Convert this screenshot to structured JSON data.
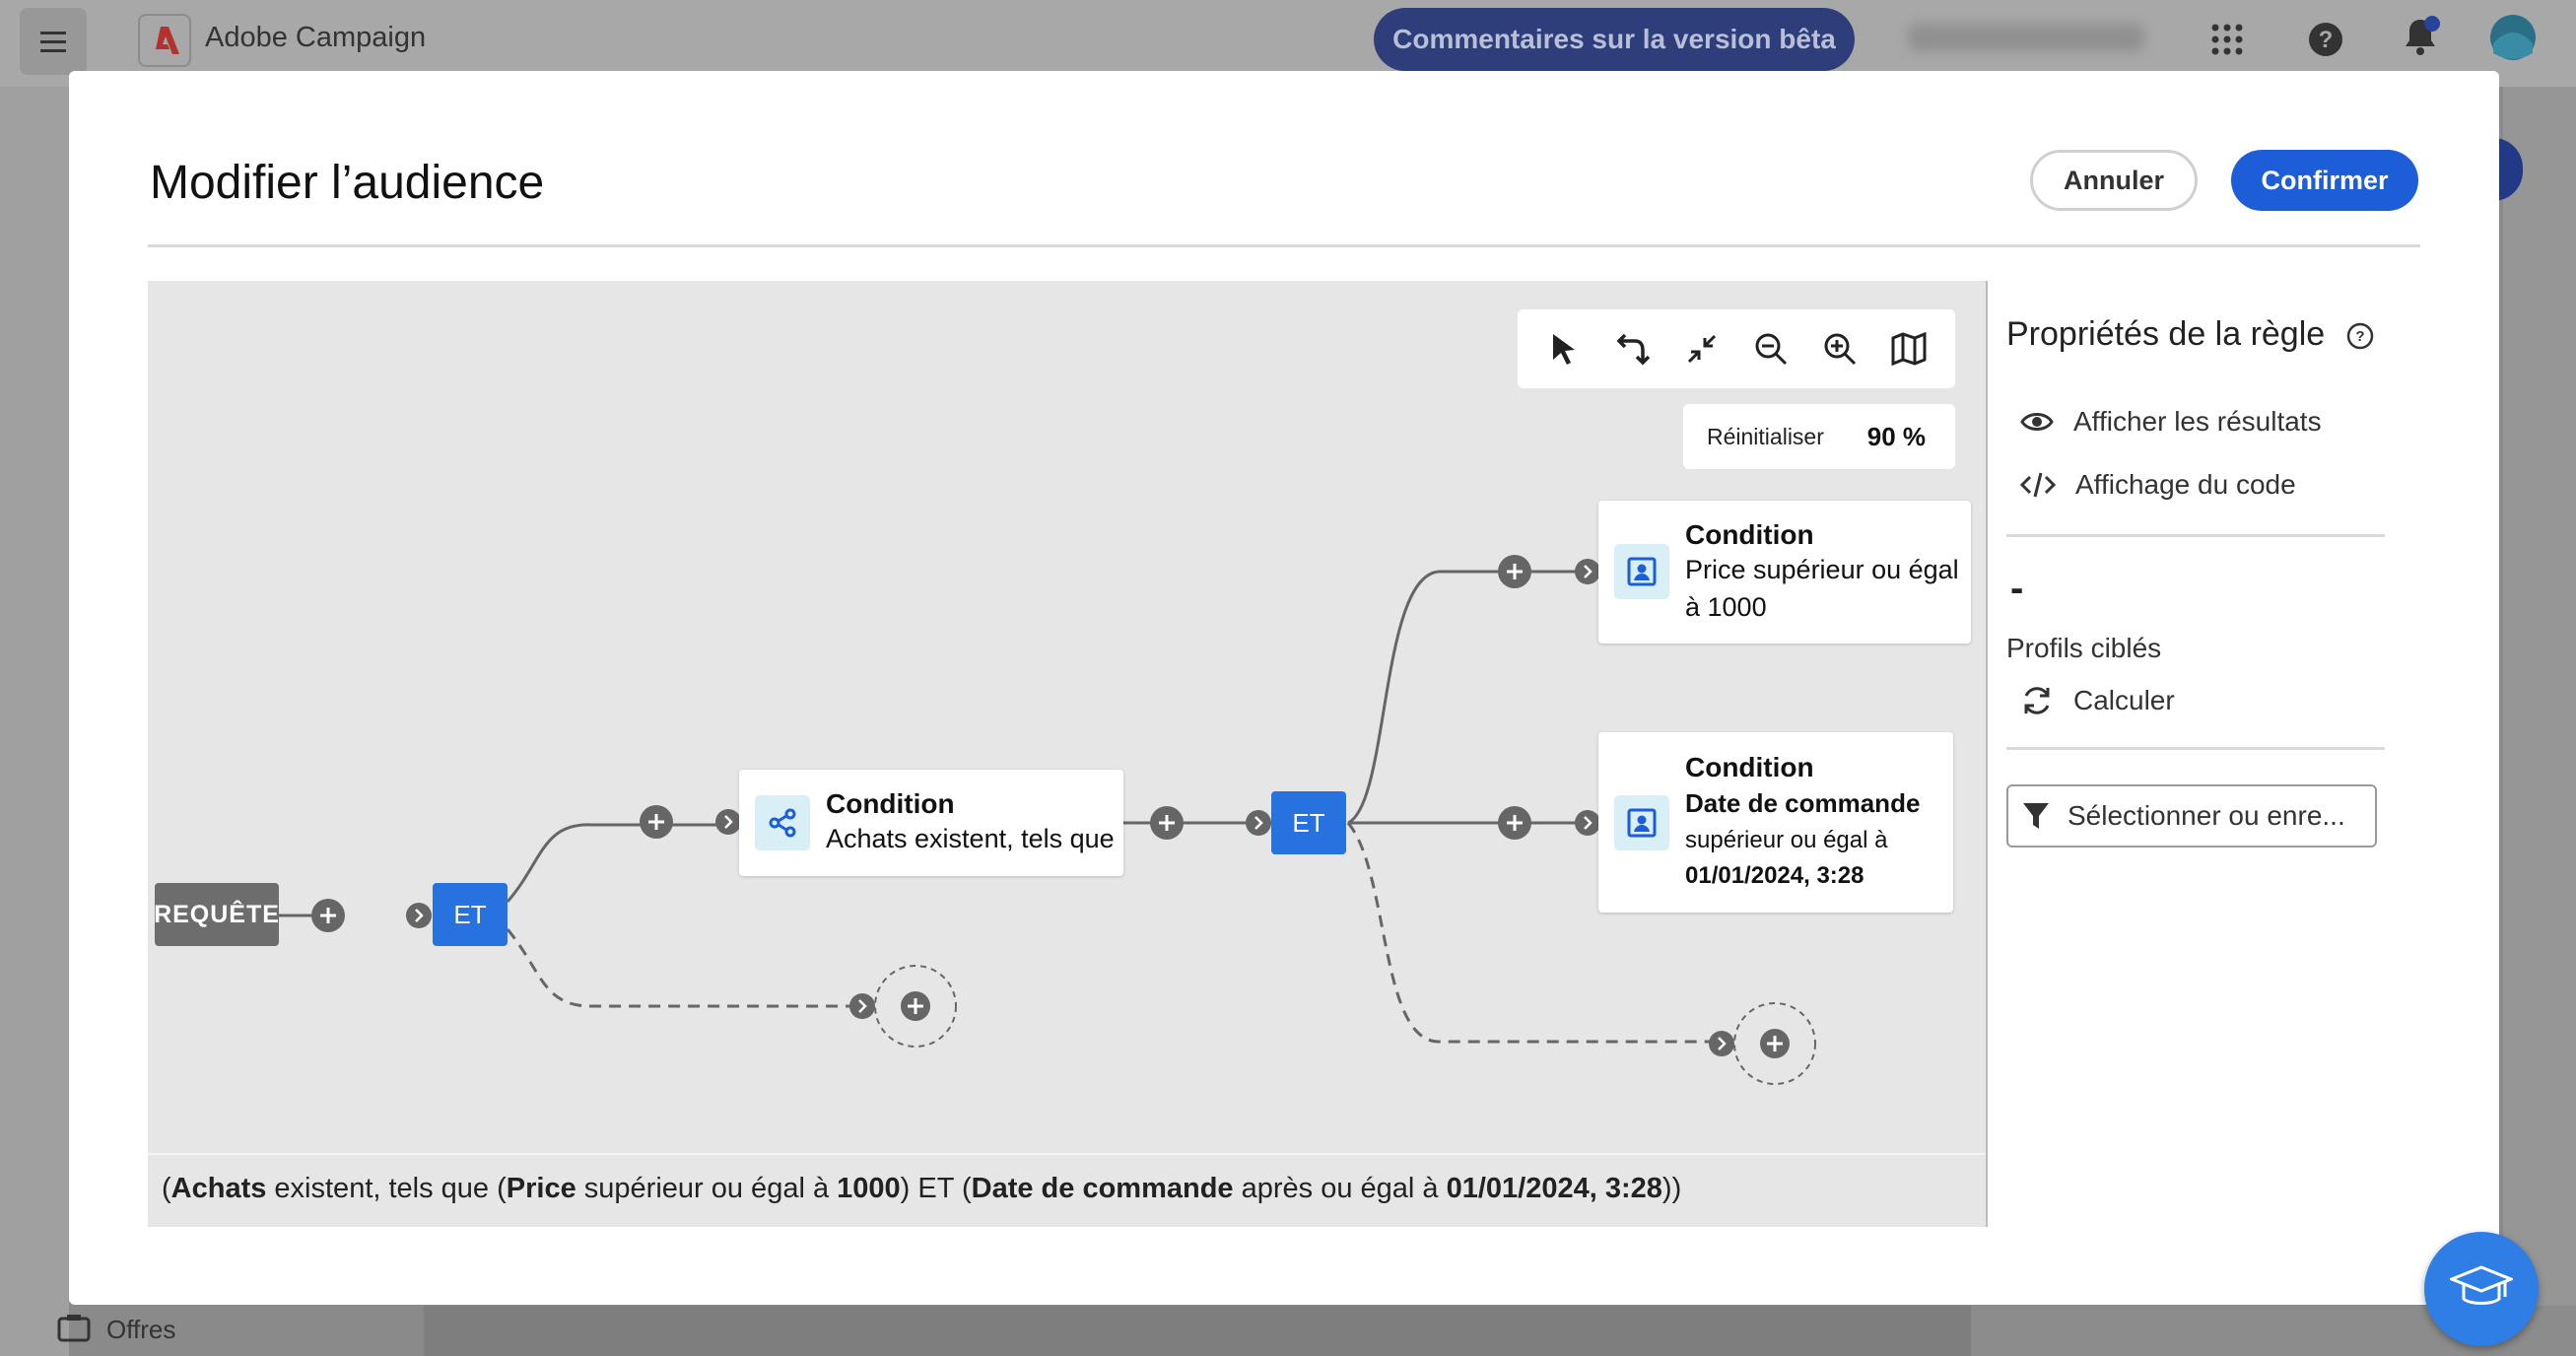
{
  "topbar": {
    "app_name": "Adobe Campaign",
    "beta_button": "Commentaires sur la version bêta",
    "icons": [
      "menu-icon",
      "adobe-logo-icon",
      "apps-grid-icon",
      "help-icon",
      "bell-icon",
      "avatar"
    ]
  },
  "sidebar": {
    "bottom_item": "Offres"
  },
  "modal": {
    "title": "Modifier l’audience",
    "cancel_label": "Annuler",
    "confirm_label": "Confirmer"
  },
  "canvas": {
    "toolbar": [
      "select-pointer-icon",
      "undo-icon",
      "collapse-icon",
      "zoom-out-icon",
      "zoom-in-icon",
      "map-icon"
    ],
    "reset_label": "Réinitialiser",
    "zoom_level": "90 %",
    "start_node": "REQUÊTE",
    "and1": "ET",
    "and2": "ET",
    "node_achats": {
      "title": "Condition",
      "subtitle": "Achats existent, tels que"
    },
    "node_price": {
      "title": "Condition",
      "line1": "Price supérieur ou égal",
      "line2": "à 1000"
    },
    "node_date": {
      "title": "Condition",
      "line1": "Date de commande",
      "line2": "supérieur ou égal à",
      "line3": "01/01/2024, 3:28"
    }
  },
  "expression": {
    "p1": "(",
    "b1": "Achats",
    "p2": " existent, tels que (",
    "b2": "Price",
    "p3": " supérieur ou égal à ",
    "b3": "1000",
    "p4": ") ET (",
    "b4": "Date de commande",
    "p5": " après ou égal à ",
    "b5": "01/01/2024, 3:28",
    "p6": "))"
  },
  "rule_panel": {
    "title": "Propriétés de la règle",
    "show_results": "Afficher les résultats",
    "code_view": "Affichage du code",
    "profile_count": "-",
    "profiles_label": "Profils ciblés",
    "calculate": "Calculer",
    "select_placeholder": "Sélectionner ou enre..."
  },
  "colors": {
    "accent": "#1d5dd8",
    "et_node": "#2872e0",
    "canvas_bg": "#e6e6e6",
    "beta_button": "#2d3e7a"
  }
}
